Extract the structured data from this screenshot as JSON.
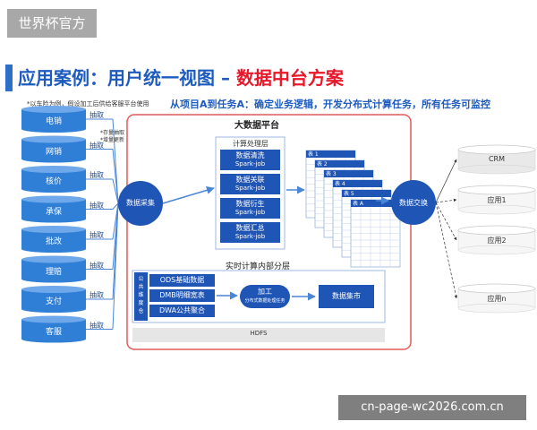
{
  "watermark": "世界杯官方",
  "title": {
    "main": "应用案例：用户统一视图 –",
    "accent": "数据中台方案"
  },
  "note": "*以车险为例，假设加工后供给客服平台使用",
  "subtitle": "从项目A到任务A：确定业务逻辑，开发分布式计算任务，所有任务可监控",
  "sources": [
    "电销",
    "网销",
    "核价",
    "承保",
    "批改",
    "理赔",
    "支付",
    "客服"
  ],
  "extract_label": "抽取",
  "extract_notes": [
    "*存量抽取",
    "*增量更新"
  ],
  "collect": "数据采集",
  "platform_title": "大数据平台",
  "compute_layer": {
    "title": "计算处理层",
    "boxes": [
      {
        "name": "数据清洗",
        "sub": "Spark-job"
      },
      {
        "name": "数据关联",
        "sub": "Spark-job"
      },
      {
        "name": "数据衍生",
        "sub": "Spark-job"
      },
      {
        "name": "数据汇总",
        "sub": "Spark-job"
      }
    ]
  },
  "table_label": "表",
  "table_labels": [
    "表 1",
    "表 2",
    "表 3",
    "表 4",
    "表 5",
    "表 A"
  ],
  "realtime": {
    "title": "实时计算内部分层",
    "side": "公共维度仓",
    "layers": [
      "ODS基础数据",
      "DMB明细宽表",
      "DWA公共聚合"
    ],
    "process": "加工",
    "process_sub": "分布式数据处理任务",
    "mart": "数据集市"
  },
  "hdfs": "HDFS",
  "exchange": "数据交换",
  "targets": [
    "CRM",
    "应用1",
    "应用2",
    "应用n"
  ],
  "footer": "cn-page-wc2026.com.cn",
  "colors": {
    "blue": "#1f55b5",
    "title_blue": "#1d5bbf",
    "accent_red": "#e8182a",
    "border_red": "#e05a5a",
    "source_blue": "#2f7fd6"
  }
}
